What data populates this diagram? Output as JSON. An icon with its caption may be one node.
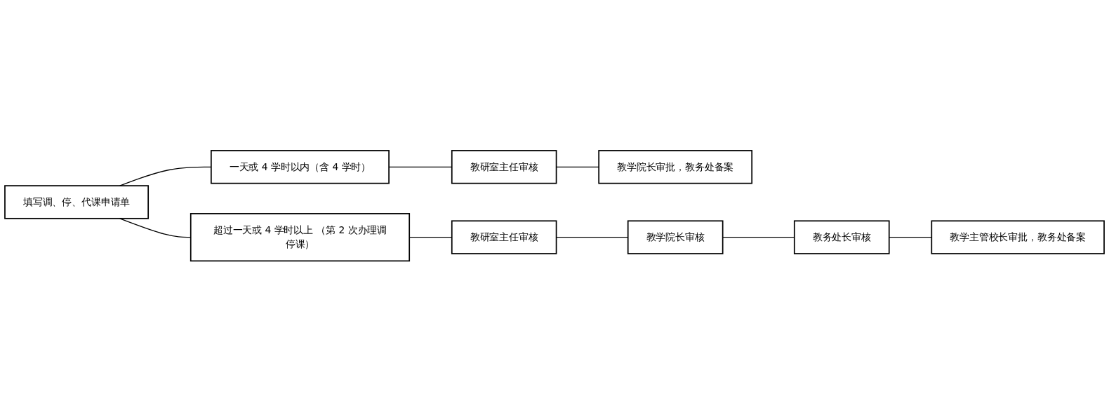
{
  "diagram": {
    "nodes": [
      {
        "text": [
          "填写调、停、代课申请单"
        ]
      },
      {
        "text": [
          "一天或 4 学时以内（含 4 学时）"
        ]
      },
      {
        "text": [
          "教研室主任审核"
        ]
      },
      {
        "text": [
          "教学院长审批，教务处备案"
        ]
      },
      {
        "text": [
          "超过一天或 4 学时以上 （第 2 次办理调停课）"
        ]
      },
      {
        "text": [
          "教研室主任审核"
        ]
      },
      {
        "text": [
          "教学院长审核"
        ]
      },
      {
        "text": [
          "教学主管校长审批，教务处备案"
        ]
      },
      {
        "text": [
          "教务处长审核"
        ]
      }
    ],
    "edges": [
      {
        "from": 0,
        "to": 1,
        "arrow": "none"
      },
      {
        "from": 0,
        "to": 4,
        "arrow": "none"
      },
      {
        "from": 1,
        "to": 2,
        "arrow": "none"
      },
      {
        "from": 2,
        "to": 3,
        "arrow": "none"
      },
      {
        "from": 4,
        "to": 5,
        "arrow": "none"
      },
      {
        "from": 5,
        "to": 6,
        "arrow": "none"
      },
      {
        "from": 6,
        "to": 8,
        "arrow": "none"
      },
      {
        "from": 8,
        "to": 7,
        "arrow": "none"
      }
    ]
  }
}
